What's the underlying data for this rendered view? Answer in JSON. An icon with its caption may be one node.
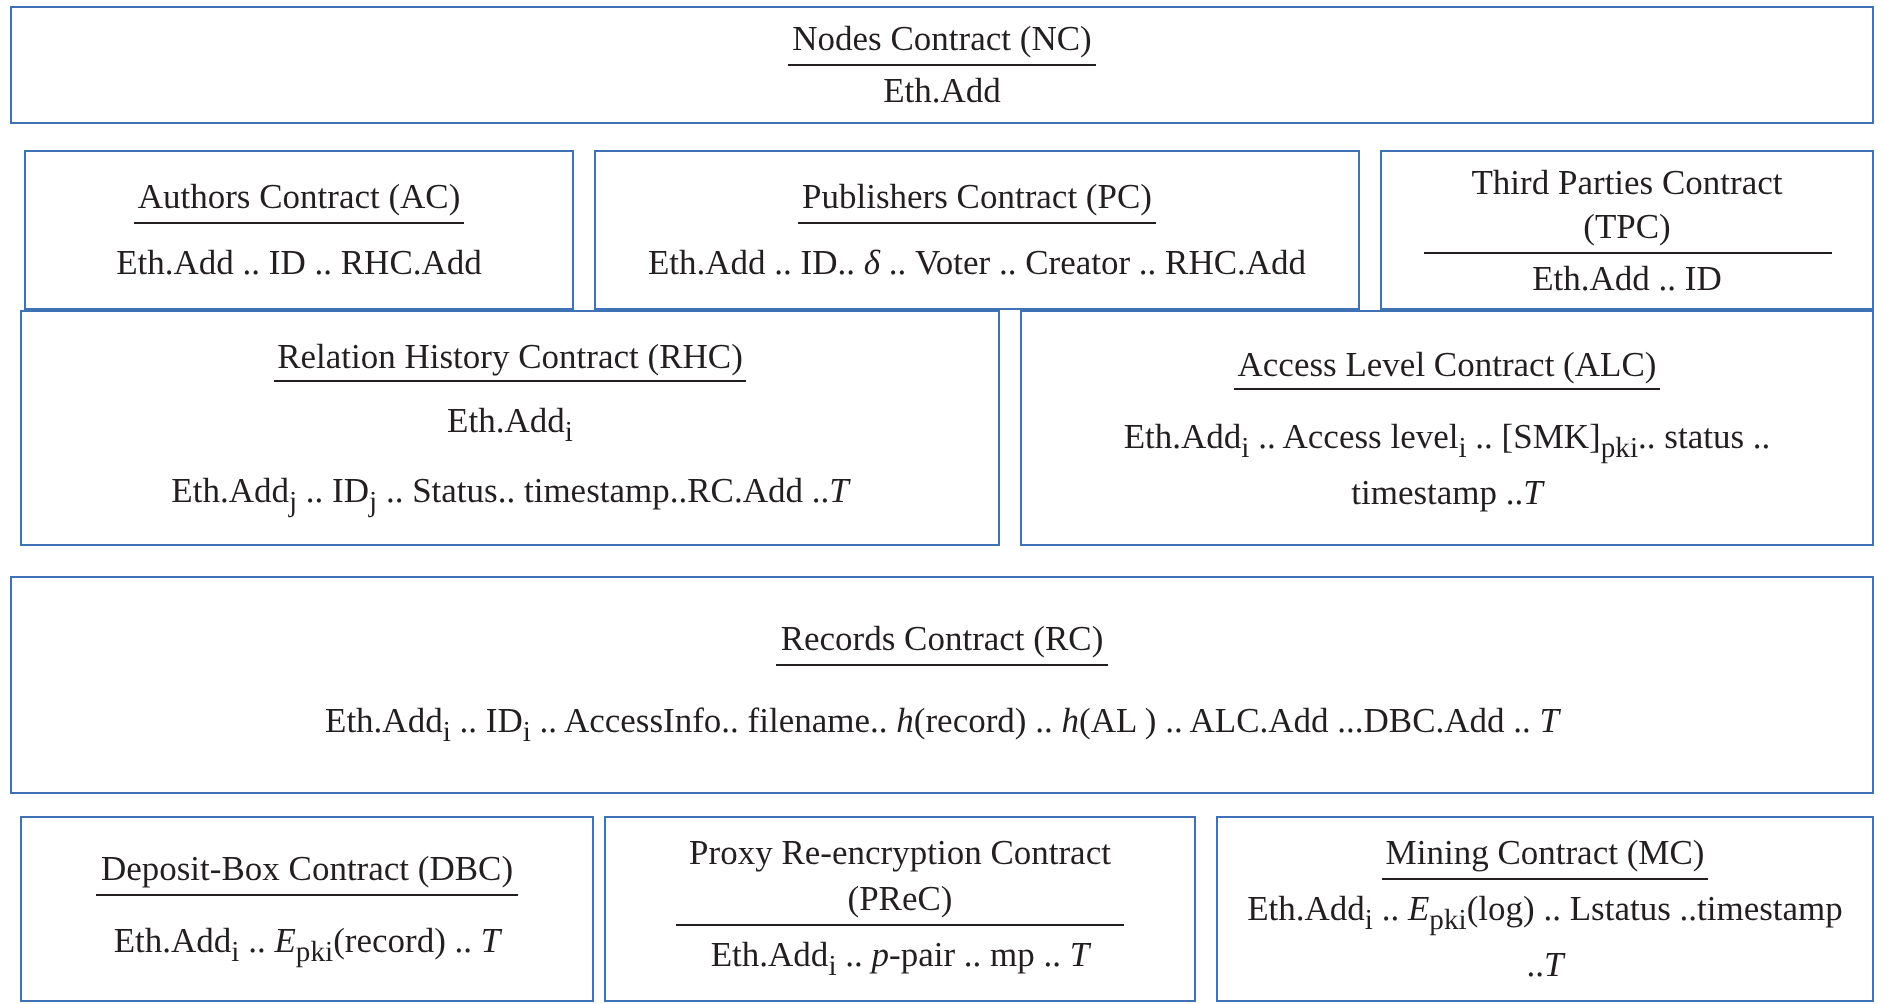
{
  "diagram": {
    "nodes": [
      {
        "text": [
          "Nodes Contract (NC)",
          "Eth.Add"
        ]
      },
      {
        "text": [
          "Authors Contract (AC)",
          "Eth.Add .. ID .. RHC.Add"
        ]
      },
      {
        "text": [
          "Publishers Contract (PC)",
          "Eth.Add .. ID.. *δ* .. Voter .. Creator .. RHC.Add"
        ]
      },
      {
        "text": [
          "Third Parties Contract (TPC)",
          "Eth.Add .. ID"
        ]
      },
      {
        "text": [
          "Relation History Contract (RHC)",
          "Eth.Add$_{i}$",
          "Eth.Add$_{j}$ .. ID$_{j}$ .. Status.. timestamp..RC.Add ..*T*"
        ]
      },
      {
        "text": [
          "Access Level Contract (ALC)",
          "Eth.Add$_{i}$ .. Access level$_{i}$ .. [SMK]$_{pki}$.. status .. timestamp ..*T*"
        ]
      },
      {
        "text": [
          "Records Contract (RC)",
          "Eth.Add$_{i}$ .. ID$_{i}$ .. AccessInfo.. filename.. *h*(record) .. *h*(AL ) .. ALC.Add ...DBC.Add .. *T*"
        ]
      },
      {
        "text": [
          "Deposit-Box Contract (DBC)",
          "Eth.Add$_{i}$ .. *E*$_{pki}$(record) .. *T*"
        ]
      },
      {
        "text": [
          "Proxy Re-encryption Contract (PReC)",
          "Eth.Add$_{i}$ .. *p*-pair .. mp .. *T*"
        ]
      },
      {
        "text": [
          "Mining Contract (MC)",
          "Eth.Add$_{i}$ .. *E*$_{pki}$(log) .. Lstatus ..timestamp ..*T*"
        ]
      }
    ]
  }
}
